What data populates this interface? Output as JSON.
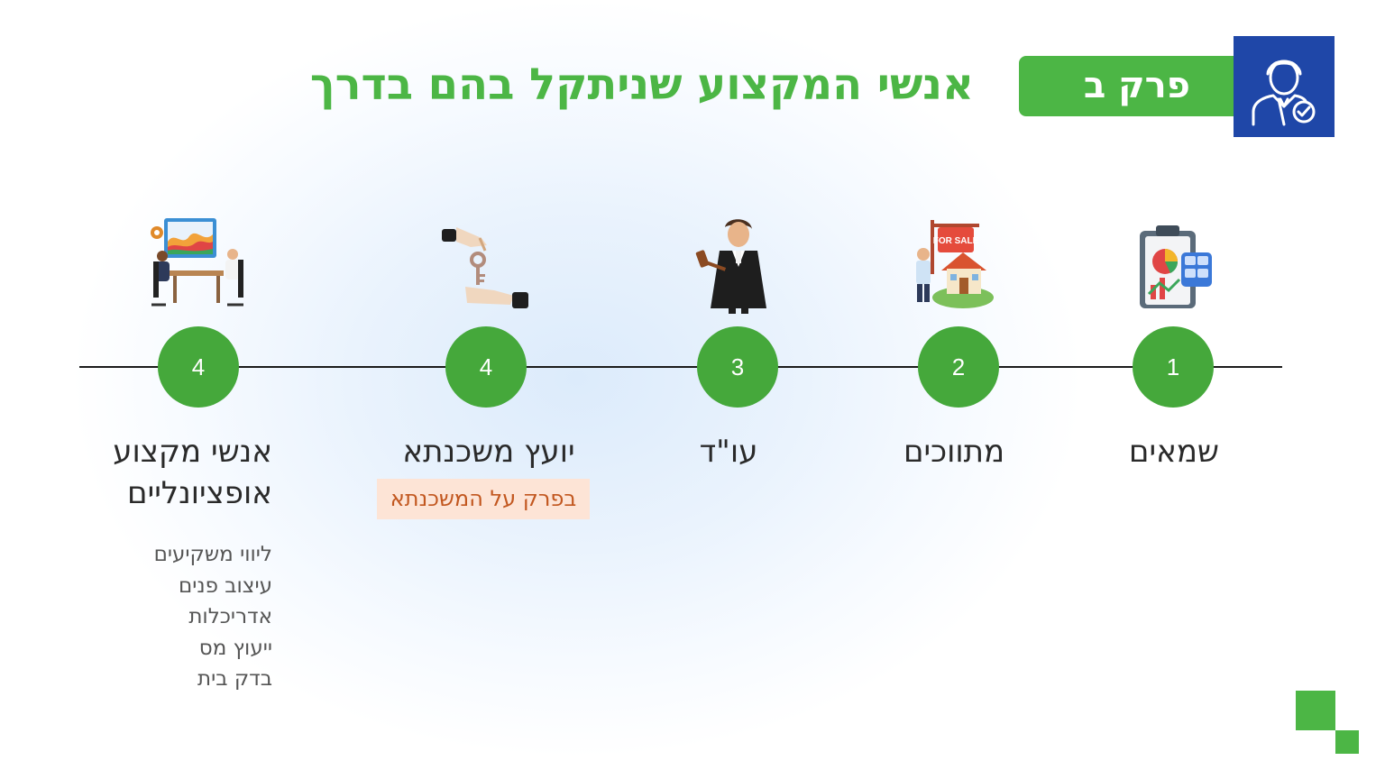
{
  "header": {
    "title": "אנשי המקצוע שניתקל בהם בדרך",
    "chapter_label": "פרק ב",
    "chapter_icon": "professional-verified-icon"
  },
  "timeline": {
    "steps": [
      {
        "number": "1",
        "label": "שמאים",
        "icon": "appraisal-clipboard-icon"
      },
      {
        "number": "2",
        "label": "מתווכים",
        "icon": "house-for-sale-icon",
        "icon_text": "FOR SALE"
      },
      {
        "number": "3",
        "label": "עו\"ד",
        "icon": "lawyer-gavel-icon"
      },
      {
        "number": "4",
        "label": "יועץ משכנתא",
        "icon": "key-handover-icon",
        "note": "בפרק על המשכנתא"
      },
      {
        "number": "4",
        "label": "אנשי מקצוע אופציונליים",
        "icon": "meeting-presentation-icon",
        "sub_items": [
          "ליווי משקיעים",
          "עיצוב פנים",
          "אדריכלות",
          "ייעוץ מס",
          "בדק בית"
        ]
      }
    ]
  },
  "colors": {
    "accent_green": "#4cb645",
    "circle_green": "#45a83b",
    "badge_blue": "#1f47a8",
    "note_bg": "#fde4d6",
    "note_text": "#c2571f"
  }
}
